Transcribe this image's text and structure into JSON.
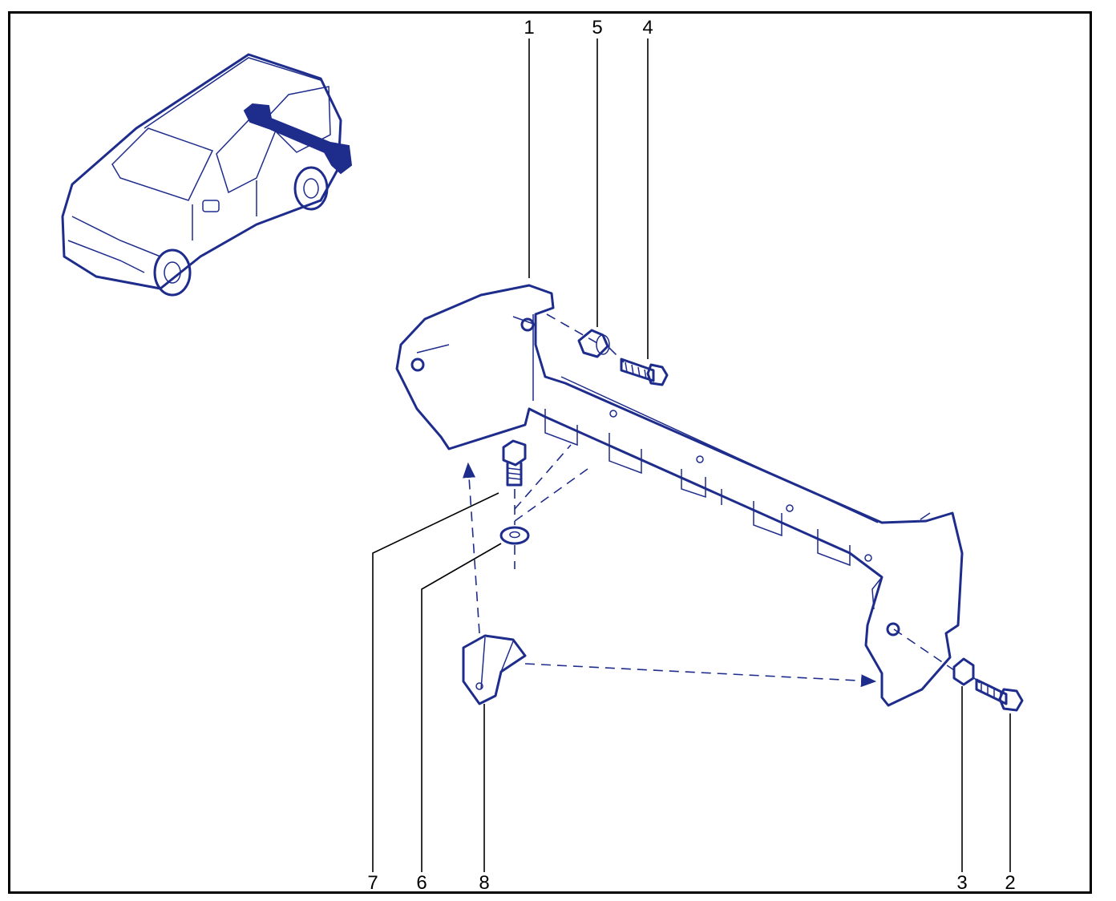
{
  "diagram": {
    "ink_color": "#1e2c8c",
    "callouts": [
      {
        "id": "1",
        "label": "1"
      },
      {
        "id": "5",
        "label": "5"
      },
      {
        "id": "4",
        "label": "4"
      },
      {
        "id": "7",
        "label": "7"
      },
      {
        "id": "6",
        "label": "6"
      },
      {
        "id": "8",
        "label": "8"
      },
      {
        "id": "3",
        "label": "3"
      },
      {
        "id": "2",
        "label": "2"
      }
    ]
  }
}
